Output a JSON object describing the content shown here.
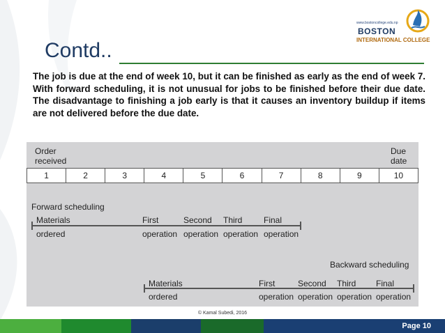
{
  "slide": {
    "title": "Contd..",
    "body": "The job is due at the end of week 10, but it can be finished as early as the end of week 7. With forward scheduling, it is not unusual for jobs to be finished before their due date. The disadvantage to finishing a job early is that it causes an inventory buildup if items are not delivered before the due date."
  },
  "logo": {
    "url": "www.bostoncollege.edu.np",
    "name": "BOSTON",
    "subtitle": "INTERNATIONAL COLLEGE"
  },
  "figure": {
    "order_received_1": "Order",
    "order_received_2": "received",
    "due_date_1": "Due",
    "due_date_2": "date",
    "weeks": [
      "1",
      "2",
      "3",
      "4",
      "5",
      "6",
      "7",
      "8",
      "9",
      "10"
    ],
    "forward_title": "Forward scheduling",
    "backward_title": "Backward scheduling",
    "materials": "Materials",
    "ordered": "ordered",
    "first": "First",
    "second": "Second",
    "third": "Third",
    "final": "Final",
    "operation": "operation"
  },
  "footer": {
    "copyright": "© Kamal Subedi, 2016",
    "page": "Page 10"
  },
  "colors": {
    "title": "#1f3b63",
    "title_rule": "#2e7d32",
    "figure_bg": "#d3d3d5",
    "footer_green": "#1f8a2e",
    "footer_blue": "#1a3f73"
  }
}
